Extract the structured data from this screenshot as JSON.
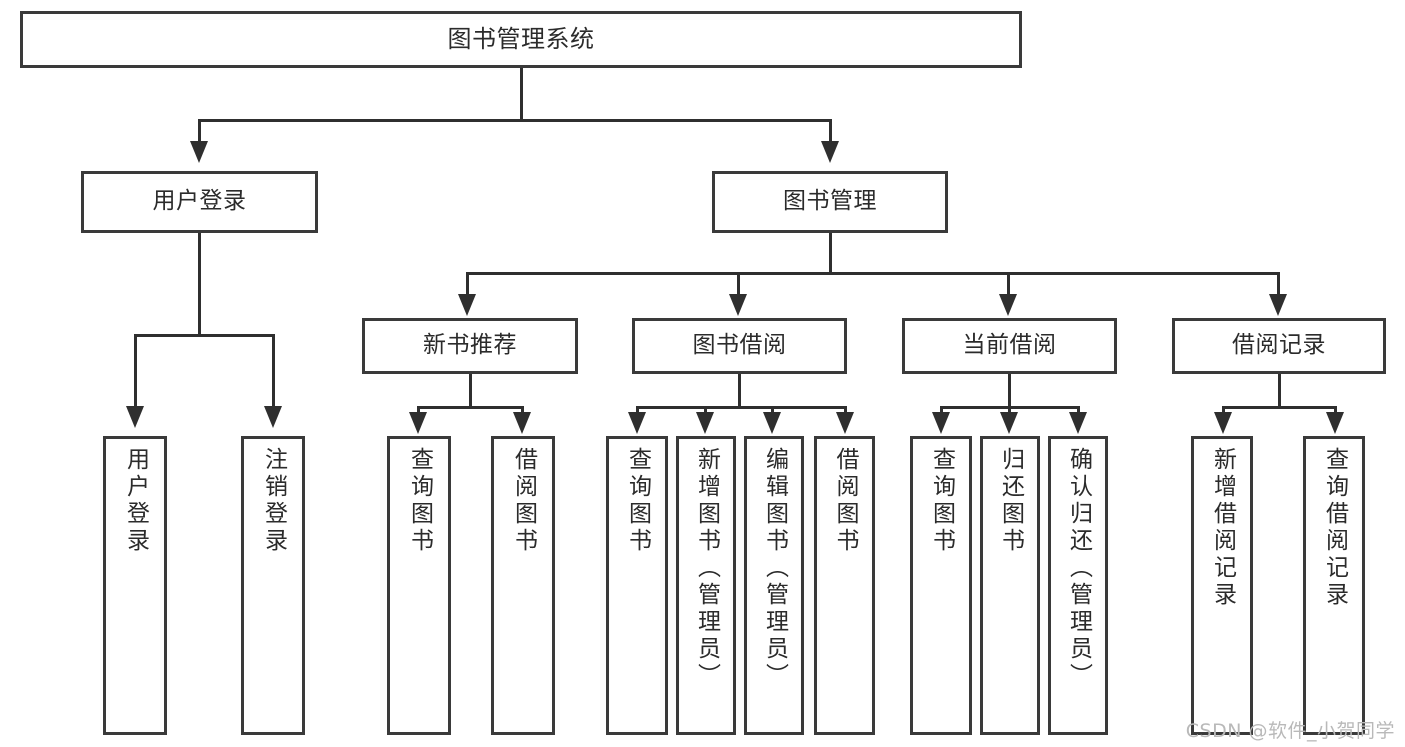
{
  "diagram": {
    "title": "图书管理系统",
    "type": "tree",
    "root": {
      "label": "图书管理系统"
    },
    "tier2": [
      {
        "label": "用户登录"
      },
      {
        "label": "图书管理"
      }
    ],
    "tier3": [
      {
        "label": "新书推荐"
      },
      {
        "label": "图书借阅"
      },
      {
        "label": "当前借阅"
      },
      {
        "label": "借阅记录"
      }
    ],
    "leaves": {
      "user_login": [
        {
          "label": "用户登录"
        },
        {
          "label": "注销登录"
        }
      ],
      "new_book_recommend": [
        {
          "label": "查询图书"
        },
        {
          "label": "借阅图书"
        }
      ],
      "book_borrow": [
        {
          "label": "查询图书"
        },
        {
          "label": "新增图书（管理员）"
        },
        {
          "label": "编辑图书（管理员）"
        },
        {
          "label": "借阅图书"
        }
      ],
      "current_borrow": [
        {
          "label": "查询图书"
        },
        {
          "label": "归还图书"
        },
        {
          "label": "确认归还（管理员）"
        }
      ],
      "borrow_record": [
        {
          "label": "新增借阅记录"
        },
        {
          "label": "查询借阅记录"
        }
      ]
    }
  },
  "watermark": {
    "text": "CSDN @软件_小贺同学"
  },
  "colors": {
    "border": "#3a3a3a",
    "line": "#2f2f2f",
    "text": "#2b2b2b",
    "background": "#ffffff",
    "watermark": "#b9b9b9"
  }
}
